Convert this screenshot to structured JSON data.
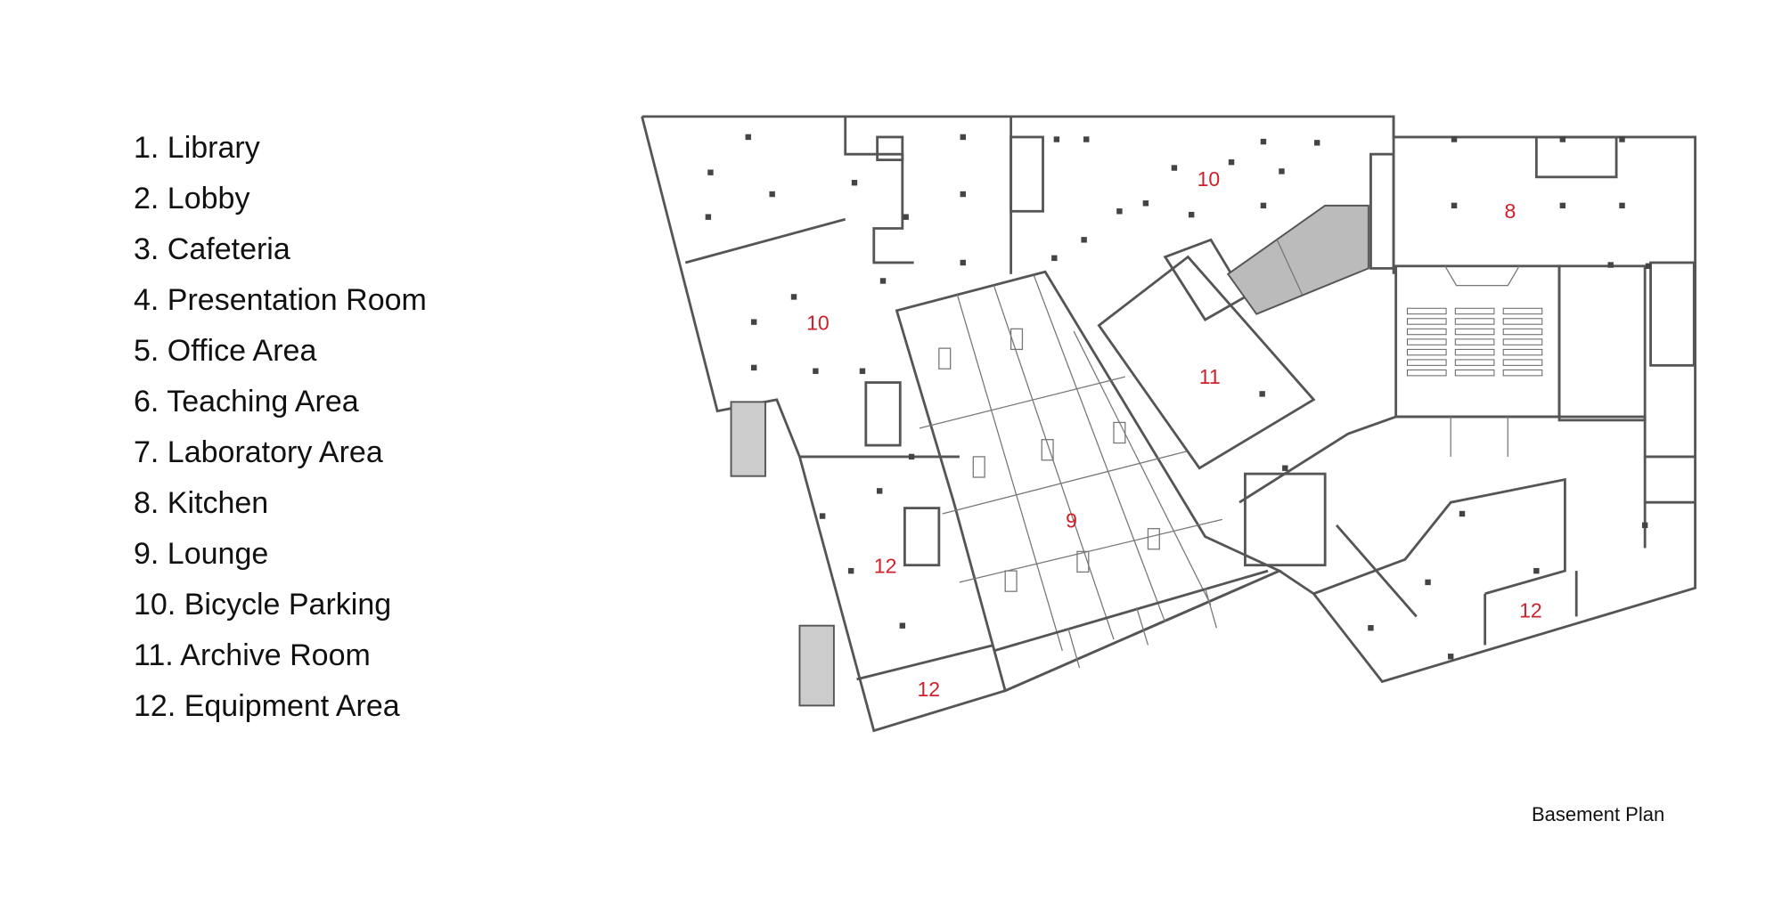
{
  "legend": {
    "items": [
      "1. Library",
      "2. Lobby",
      "3. Cafeteria",
      "4. Presentation Room",
      "5. Office Area",
      "6. Teaching Area",
      "7. Laboratory Area",
      "8. Kitchen",
      "9. Lounge",
      "10. Bicycle Parking",
      "11. Archive Room",
      "12. Equipment Area"
    ]
  },
  "plan": {
    "caption": "Basement Plan",
    "room_labels": [
      "10",
      "10",
      "8",
      "11",
      "9",
      "12",
      "12",
      "12"
    ],
    "label_color": "#d0202a"
  }
}
